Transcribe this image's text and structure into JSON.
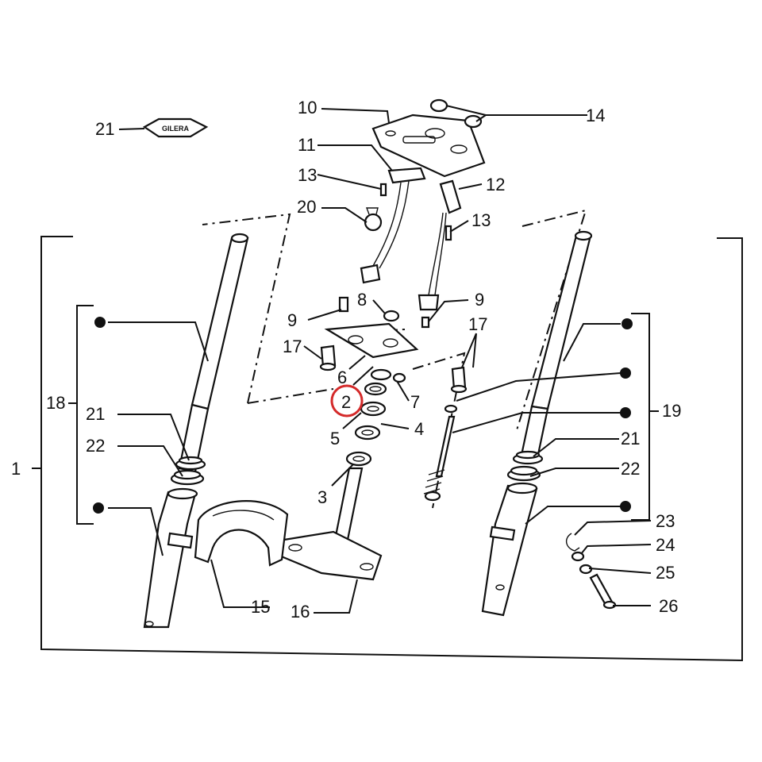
{
  "labels": {
    "p1": "1",
    "p2": "2",
    "p3": "3",
    "p4": "4",
    "p5": "5",
    "p6": "6",
    "p7": "7",
    "p8": "8",
    "p9a": "9",
    "p9b": "9",
    "p10": "10",
    "p11": "11",
    "p12": "12",
    "p13a": "13",
    "p13b": "13",
    "p14": "14",
    "p15": "15",
    "p16": "16",
    "p17a": "17",
    "p17b": "17",
    "p18": "18",
    "p19": "19",
    "p20": "20",
    "p21a": "21",
    "p21b": "21",
    "p21c": "21",
    "p22a": "22",
    "p22b": "22",
    "p23": "23",
    "p24": "24",
    "p25": "25",
    "p26": "26"
  },
  "badge_text": "GILERA",
  "highlight": {
    "part": "2",
    "color": "#d42a2a"
  }
}
